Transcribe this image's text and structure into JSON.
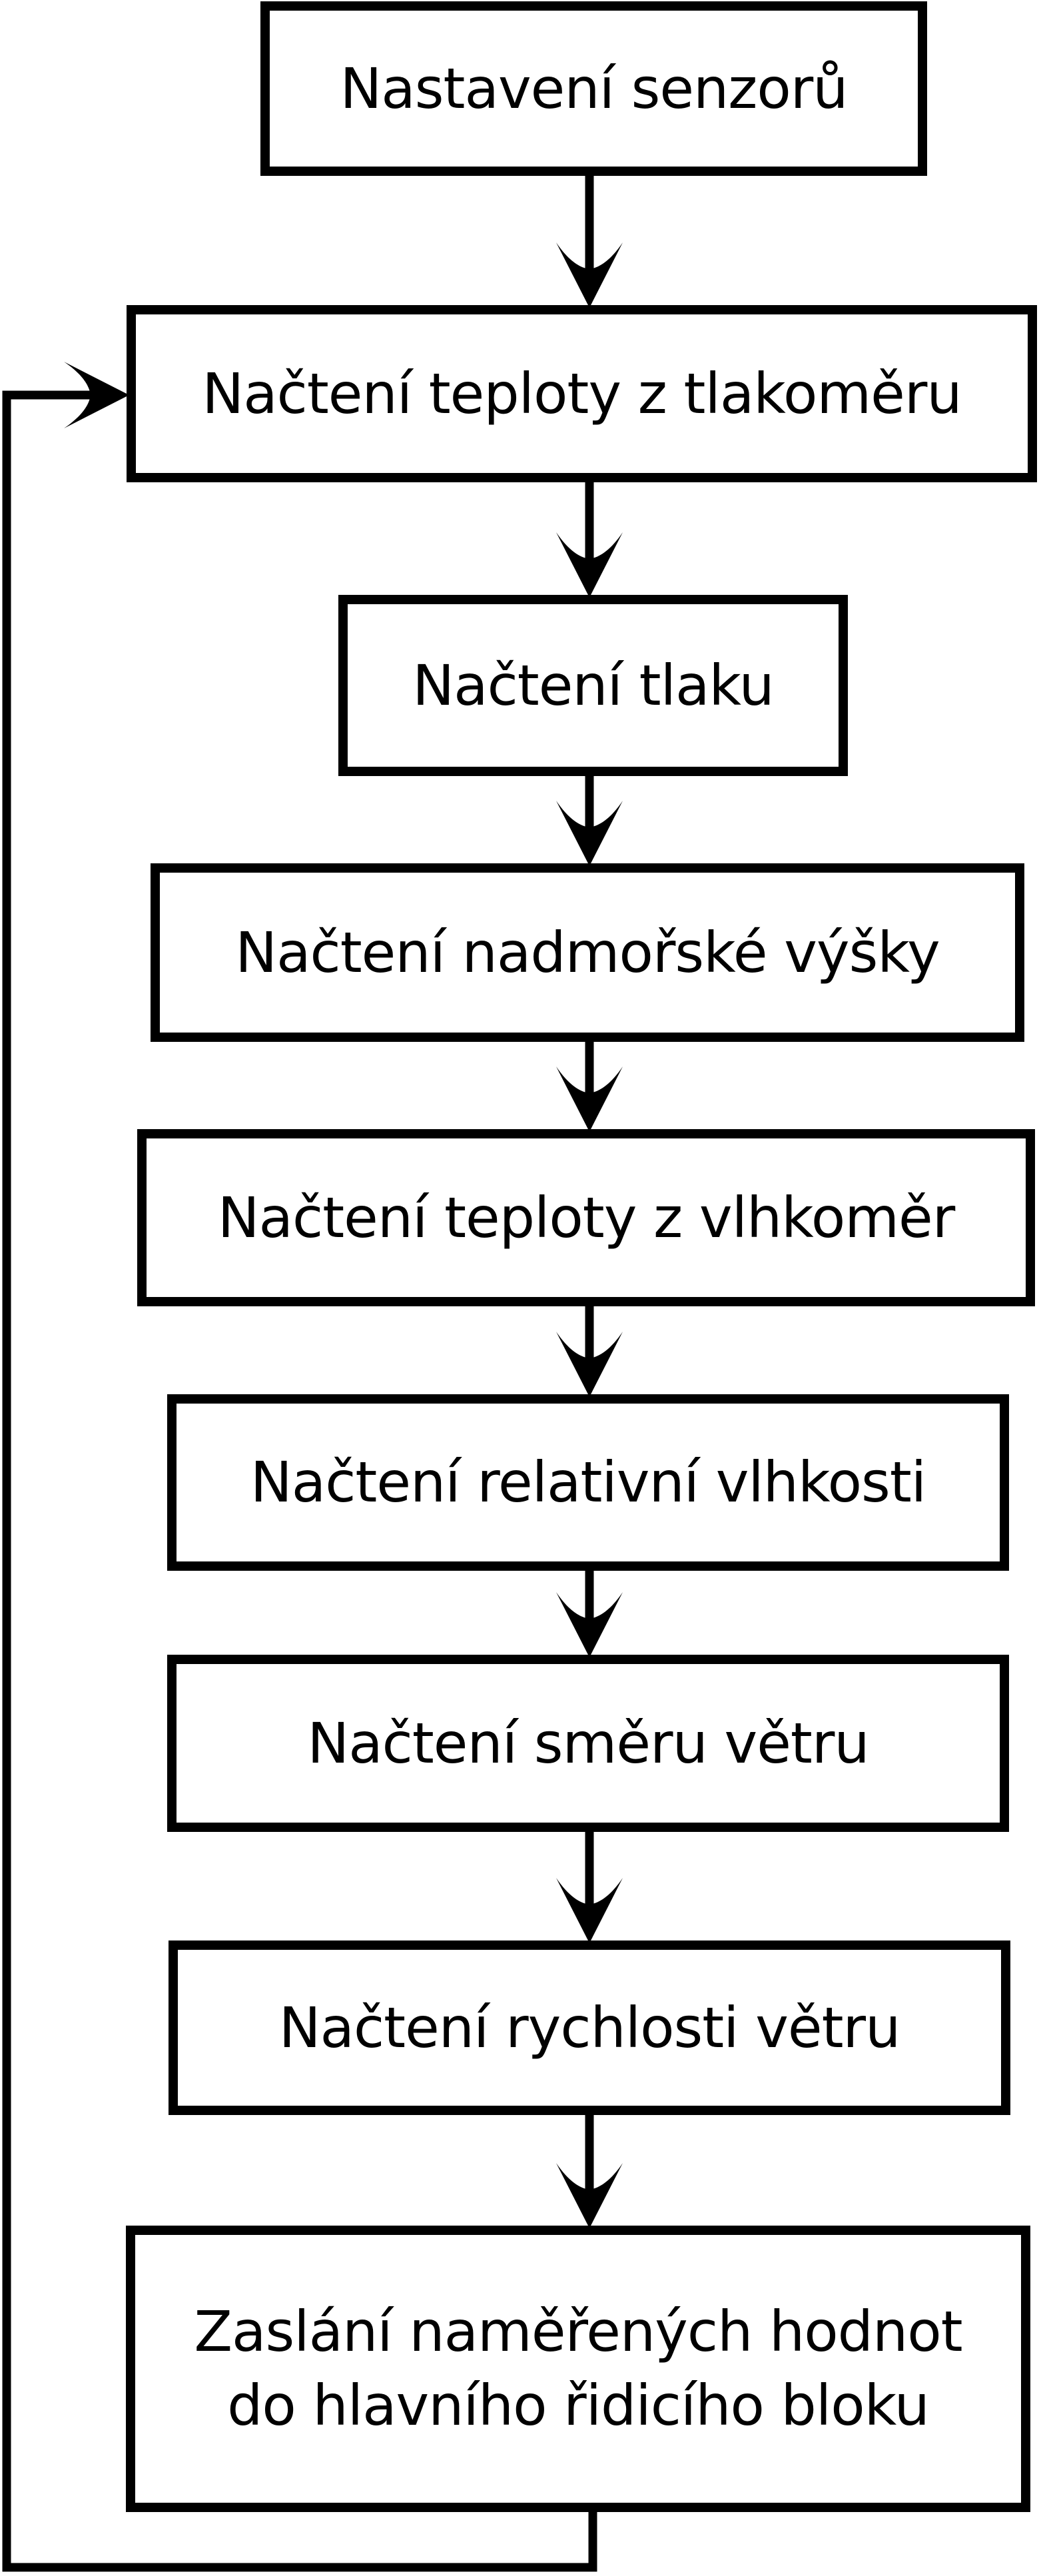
{
  "diagram": {
    "type": "flowchart",
    "background_color": "#ffffff",
    "ink_color": "#000000",
    "steps": [
      {
        "label": "Nastavení senzorů"
      },
      {
        "label": "Načtení teploty z tlakoměru"
      },
      {
        "label": "Načtení tlaku"
      },
      {
        "label": "Načtení nadmořské výšky"
      },
      {
        "label": "Načtení teploty z vlhkoměr"
      },
      {
        "label": "Načtení relativní vlhkosti"
      },
      {
        "label": "Načtení směru větru"
      },
      {
        "label": "Načtení rychlosti větru"
      },
      {
        "label": "Zaslání naměřených hodnot\ndo hlavního řidicího bloku"
      }
    ],
    "connections": {
      "sequence": "Each step is connected to the next one below by a downward arrow",
      "loop_back": "From the bottom of the last step, a line runs down, left and up the left edge back into the left side of 'Načtení teploty z tlakoměru'"
    }
  }
}
